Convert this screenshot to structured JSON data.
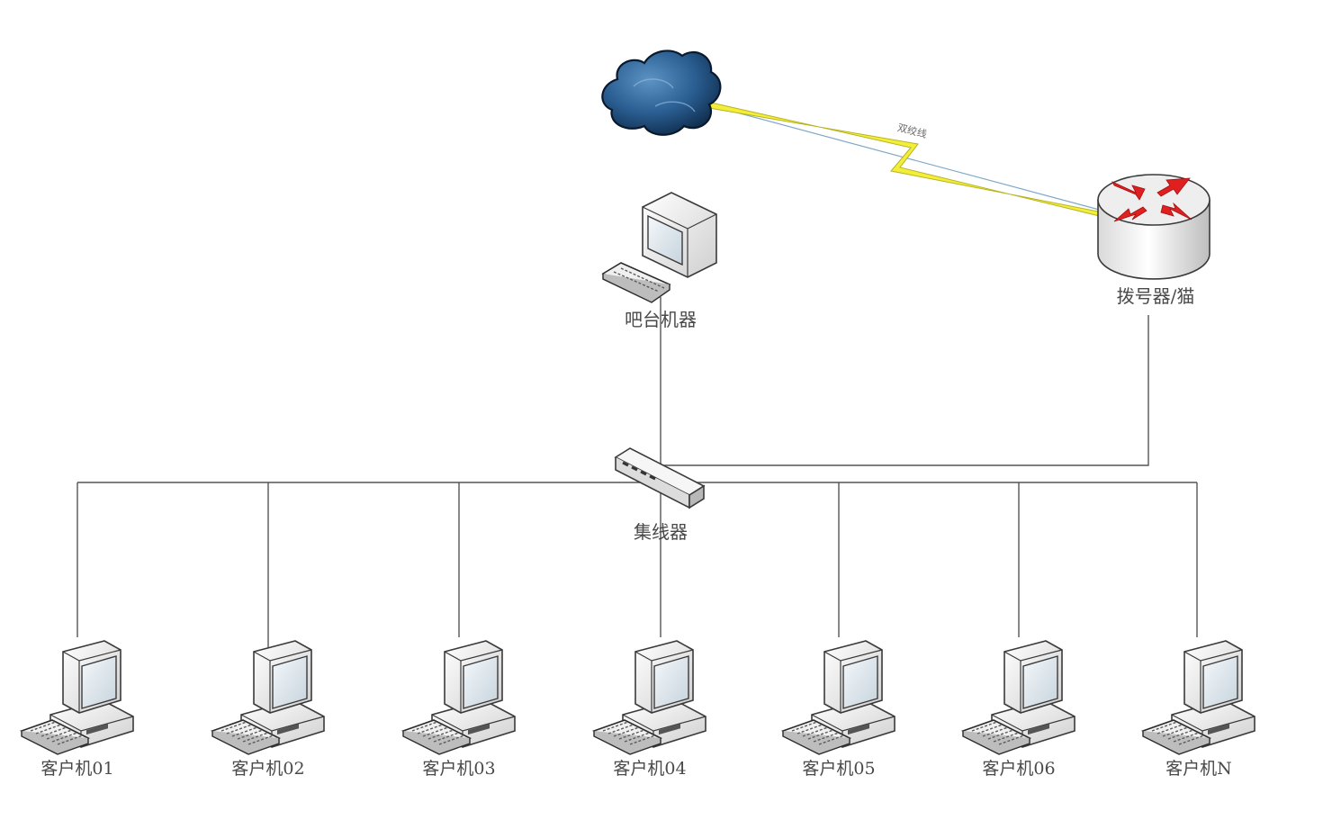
{
  "nodes": {
    "internet": {
      "label": ""
    },
    "modem": {
      "label": "拨号器/猫"
    },
    "bar_pc": {
      "label": "吧台机器"
    },
    "hub": {
      "label": "集线器"
    }
  },
  "link": {
    "label": "双绞线"
  },
  "clients": [
    {
      "label": "客户机01"
    },
    {
      "label": "客户机02"
    },
    {
      "label": "客户机03"
    },
    {
      "label": "客户机04"
    },
    {
      "label": "客户机05"
    },
    {
      "label": "客户机06"
    },
    {
      "label": "客户机N"
    }
  ],
  "colors": {
    "cloud": "#1f4e78",
    "lightning": "#f2ee3a",
    "router_arrow": "#e02020",
    "line": "#555555"
  }
}
